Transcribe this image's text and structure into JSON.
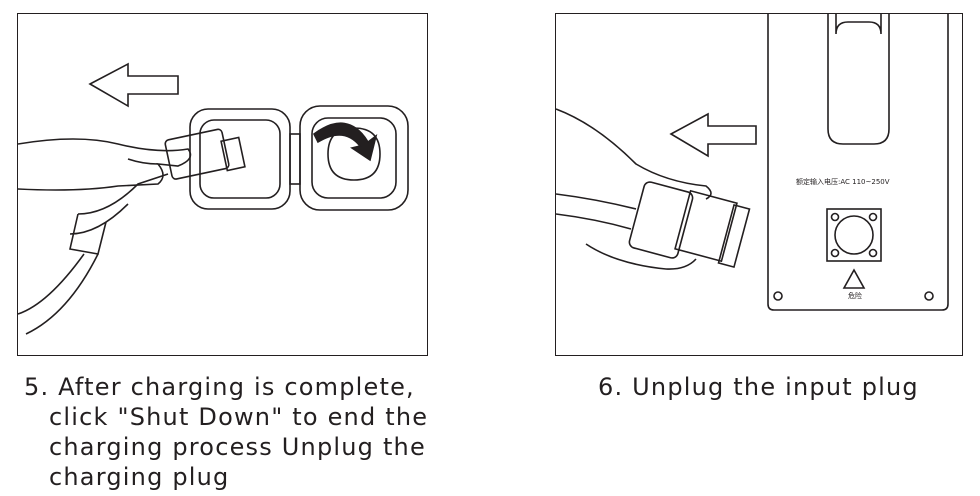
{
  "steps": [
    {
      "number": "5.",
      "caption_lines": [
        "After charging is complete,",
        "click \"Shut Down\" to end the",
        "charging process Unplug the",
        "charging plug"
      ]
    },
    {
      "number": "6.",
      "caption": "Unplug the input plug",
      "panel_label": "额定输入电压:AC 110~250V",
      "warning_label": "危险"
    }
  ]
}
